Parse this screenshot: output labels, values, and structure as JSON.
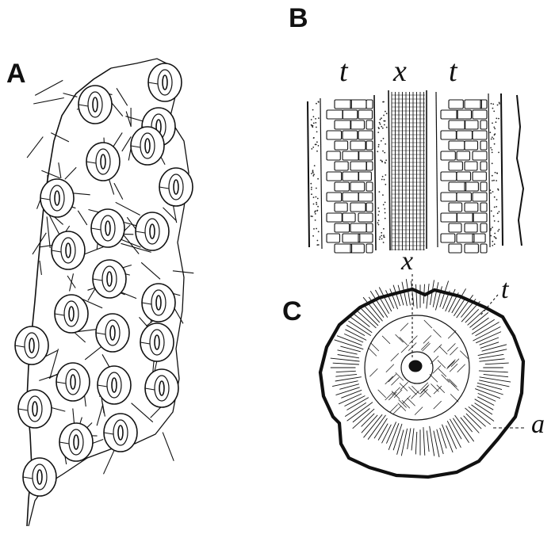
{
  "panels": {
    "a": {
      "letter": "A"
    },
    "b": {
      "letter": "B",
      "labels": [
        "t",
        "x",
        "t"
      ]
    },
    "c": {
      "letter": "C",
      "labels": {
        "x": "x",
        "t": "t",
        "a": "a"
      }
    }
  }
}
